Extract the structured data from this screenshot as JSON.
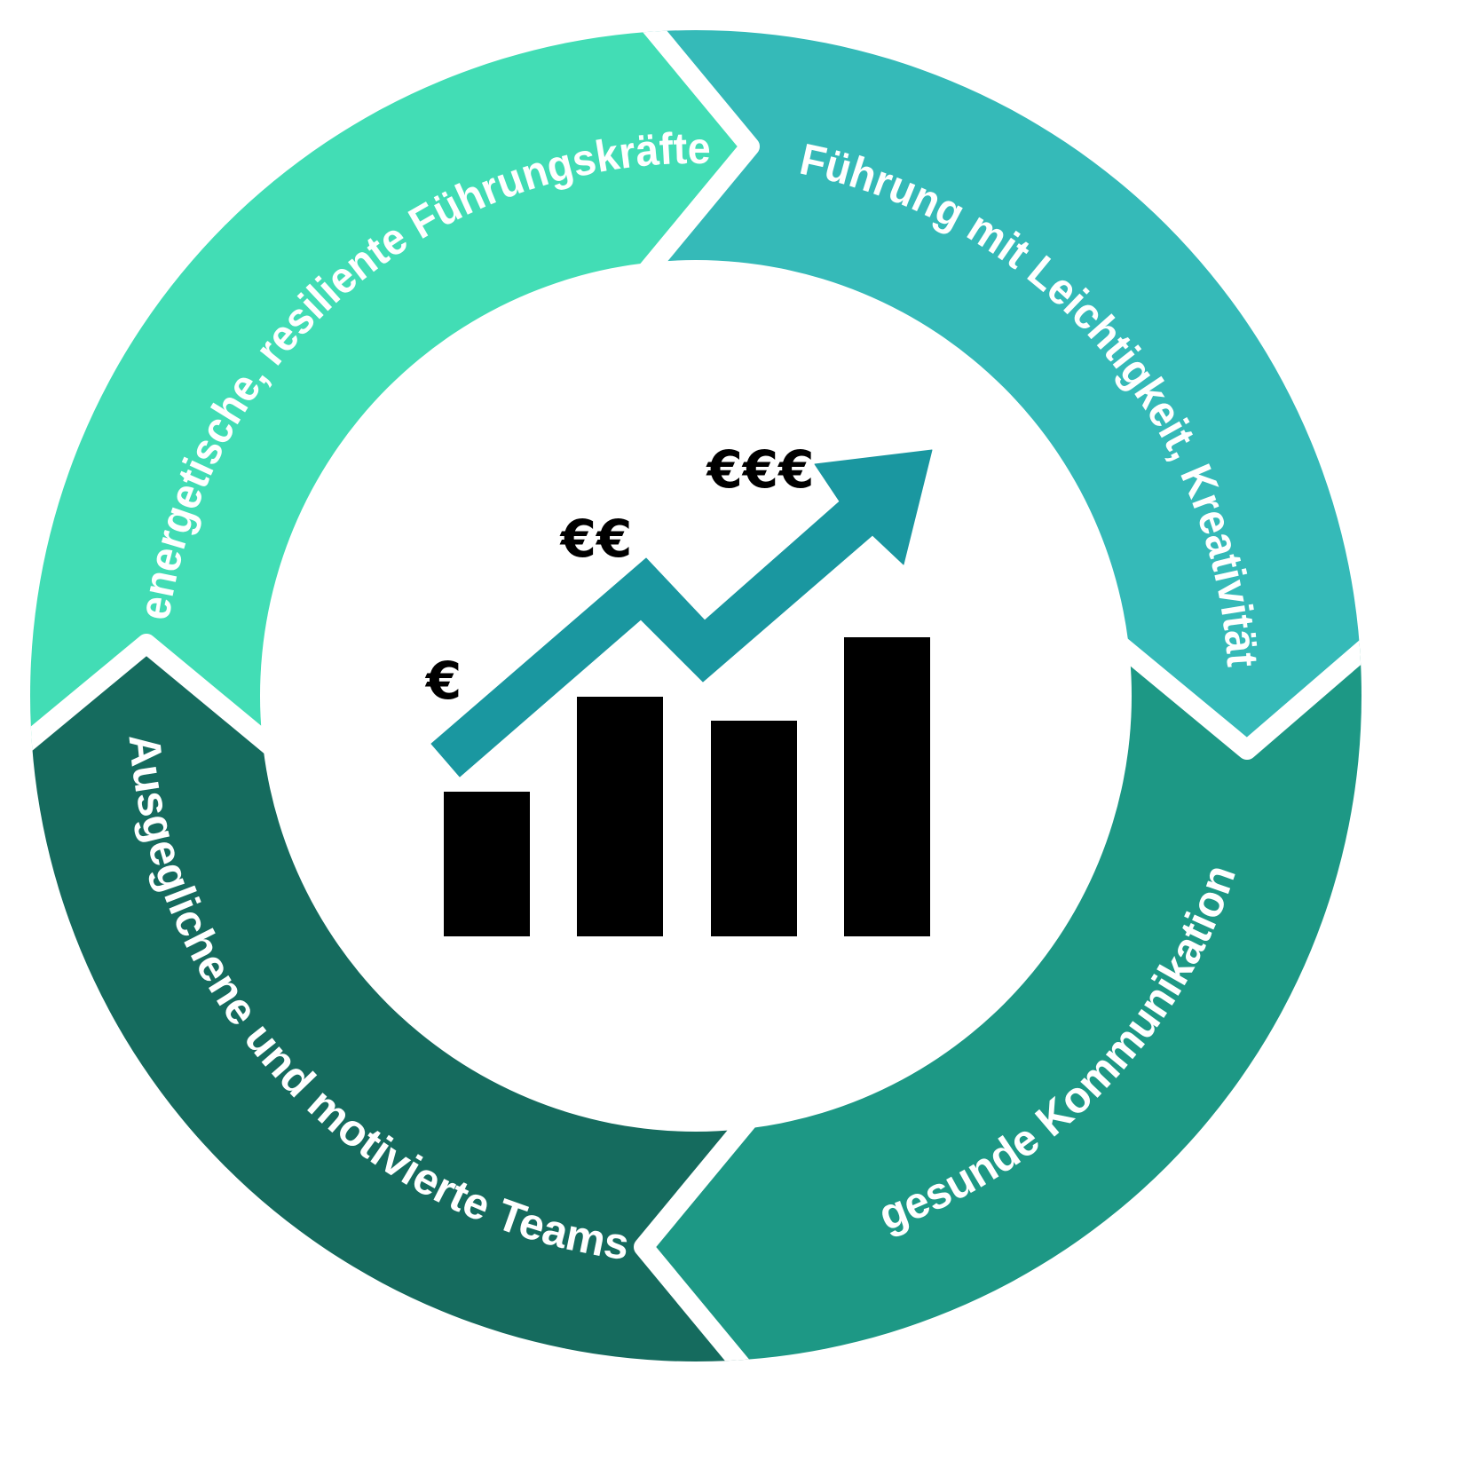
{
  "ring": {
    "segments": [
      {
        "label": "energetische, resiliente Führungskräfte",
        "color": "#42DDB5"
      },
      {
        "label": "Führung mit Leichtigkeit, Kreativität",
        "color": "#35BAB8"
      },
      {
        "label": "gesunde Kommunikation",
        "color": "#1D9885"
      },
      {
        "label": "Ausgeglichene und motivierte Teams",
        "color": "#156B5E"
      }
    ]
  },
  "center": {
    "euro_labels": [
      "€",
      "€€",
      "€€€"
    ],
    "arrow_color": "#1A97A0",
    "bar_color": "#000000"
  }
}
